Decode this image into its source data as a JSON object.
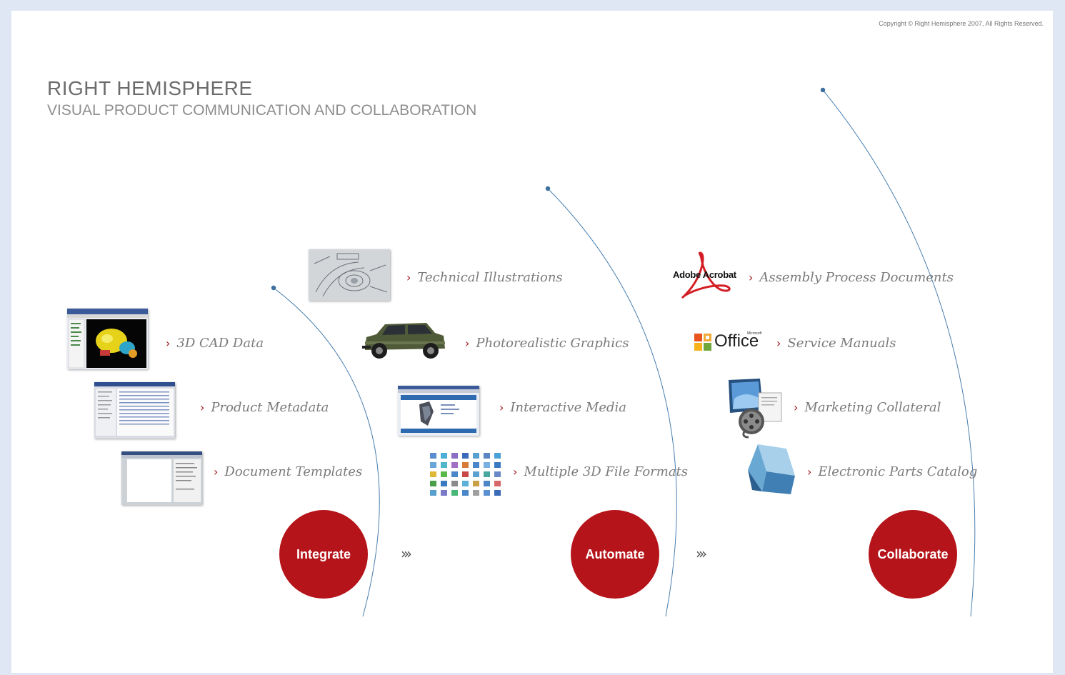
{
  "copyright": "Copyright © Right Hemisphere 2007, All Rights Reserved.",
  "title": "RIGHT HEMISPHERE",
  "subtitle": "VISUAL PRODUCT COMMUNICATION AND COLLABORATION",
  "colors": {
    "accent": "#b5151a",
    "frame": "#dfe7f5",
    "arc": "#4a7fae",
    "text": "#7b7b7b"
  },
  "stages": [
    {
      "label": "Integrate"
    },
    {
      "label": "Automate"
    },
    {
      "label": "Collaborate"
    }
  ],
  "arrow_glyph": "›››",
  "integrate_items": [
    {
      "label": "3D CAD Data",
      "icon": "cad-screenshot"
    },
    {
      "label": "Product Metadata",
      "icon": "metadata-screenshot"
    },
    {
      "label": "Document Templates",
      "icon": "template-screenshot"
    }
  ],
  "automate_items": [
    {
      "label": "Technical Illustrations",
      "icon": "illustration-thumbnail"
    },
    {
      "label": "Photorealistic Graphics",
      "icon": "suv-photo"
    },
    {
      "label": "Interactive Media",
      "icon": "interactive-media-screenshot"
    },
    {
      "label": "Multiple 3D File Formats",
      "icon": "file-format-grid"
    }
  ],
  "collaborate_items": [
    {
      "label": "Assembly Process Documents",
      "icon": "adobe-acrobat-logo",
      "logo_text": "Adobe Acrobat"
    },
    {
      "label": "Service Manuals",
      "icon": "microsoft-office-logo",
      "logo_text": "Office",
      "logo_small": "Microsoft"
    },
    {
      "label": "Marketing Collateral",
      "icon": "media-monitor-icon"
    },
    {
      "label": "Electronic Parts Catalog",
      "icon": "3d-box-icon"
    }
  ]
}
